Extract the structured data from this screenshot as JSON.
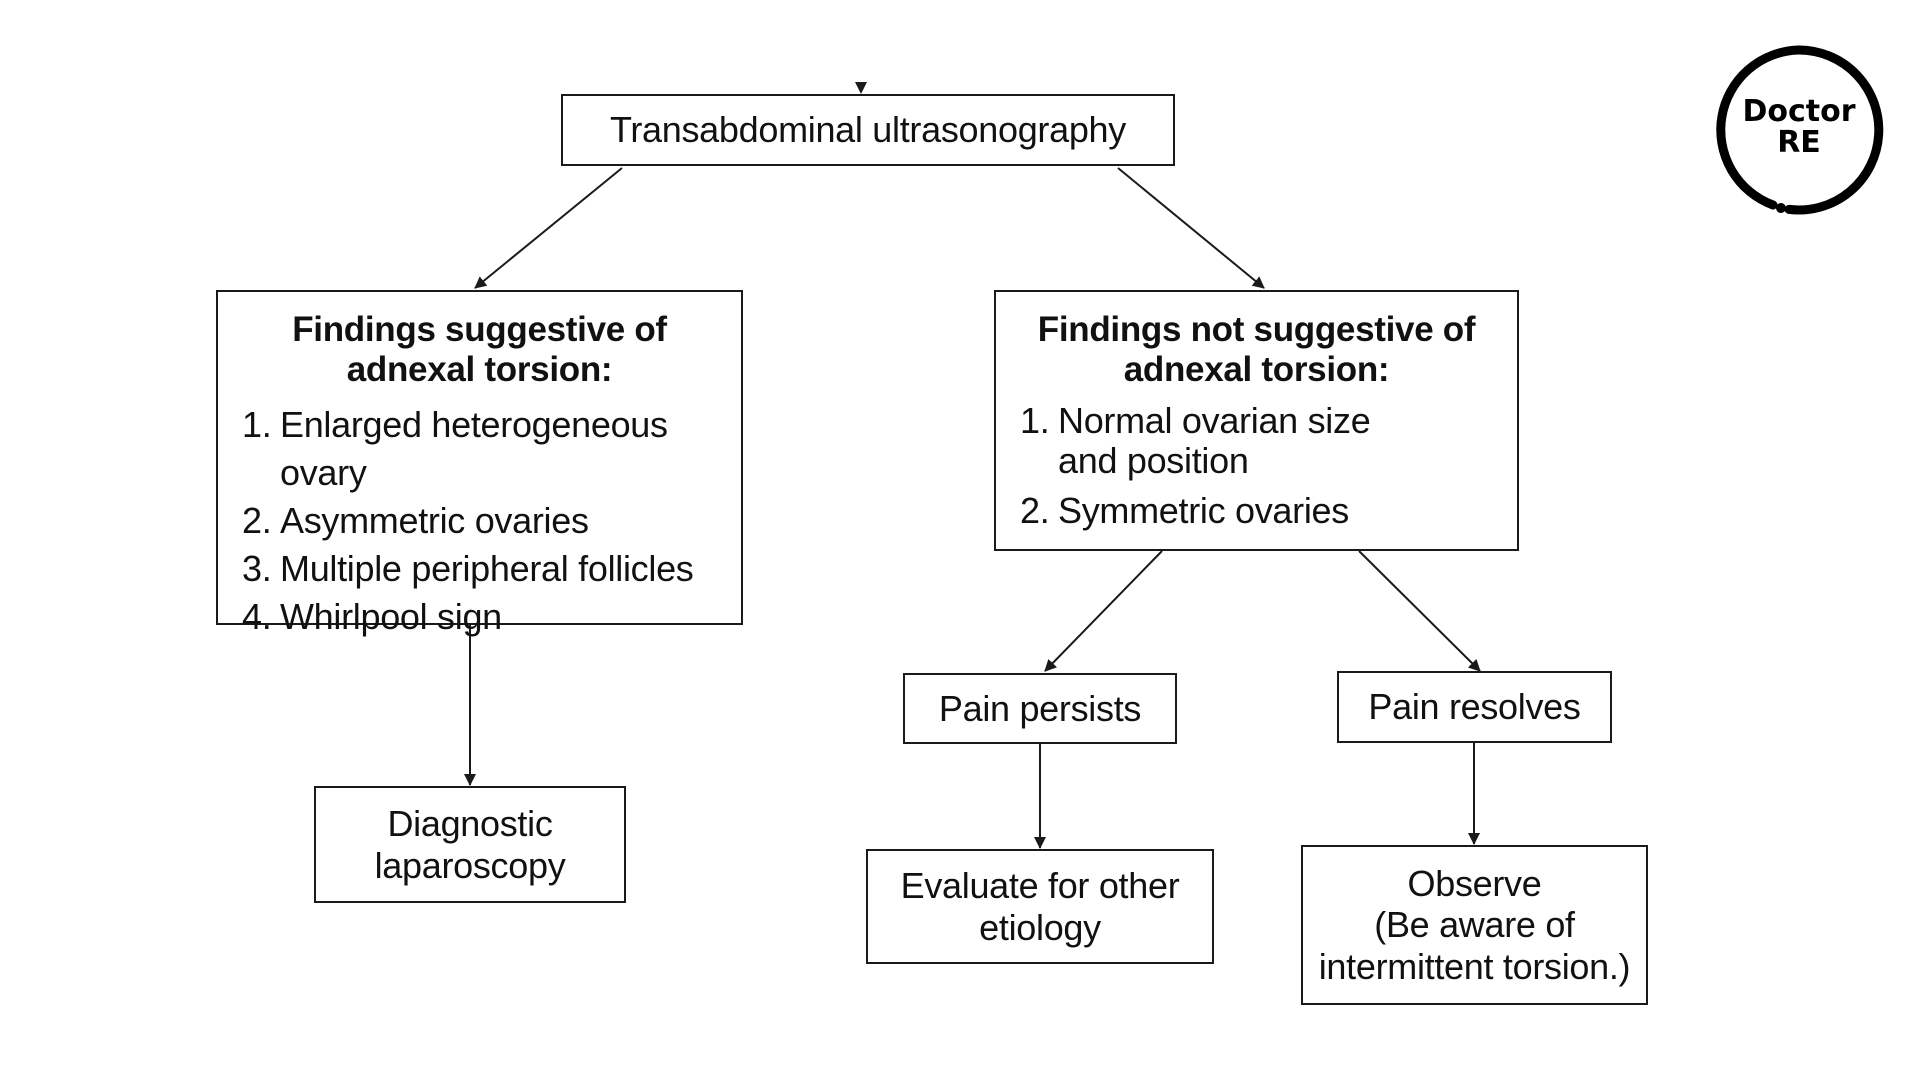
{
  "flowchart": {
    "root": {
      "label": "Transabdominal ultrasonography"
    },
    "suggestive": {
      "heading_lines": [
        "Findings suggestive of",
        "adnexal torsion:"
      ],
      "items": [
        {
          "num": "1.",
          "text": "Enlarged heterogeneous ovary"
        },
        {
          "num": "2.",
          "text": "Asymmetric ovaries"
        },
        {
          "num": "3.",
          "text": "Multiple peripheral follicles"
        },
        {
          "num": "4.",
          "text": "Whirlpool sign"
        }
      ]
    },
    "not_suggestive": {
      "heading_lines": [
        "Findings not suggestive of",
        "adnexal torsion:"
      ],
      "items": [
        {
          "num": "1.",
          "text": "Normal ovarian size and position"
        },
        {
          "num": "2.",
          "text": "Symmetric ovaries"
        }
      ]
    },
    "laparoscopy": {
      "lines": [
        "Diagnostic",
        "laparoscopy"
      ]
    },
    "pain_persists": {
      "label": "Pain persists"
    },
    "pain_resolves": {
      "label": "Pain resolves"
    },
    "evaluate": {
      "lines": [
        "Evaluate for other",
        "etiology"
      ]
    },
    "observe": {
      "lines": [
        "Observe",
        "(Be aware of",
        "intermittent torsion.)"
      ]
    }
  },
  "logo": {
    "line1": "Doctor",
    "line2": "RE"
  },
  "colors": {
    "line": "#1a1a1a",
    "text": "#111111",
    "background": "#ffffff"
  }
}
